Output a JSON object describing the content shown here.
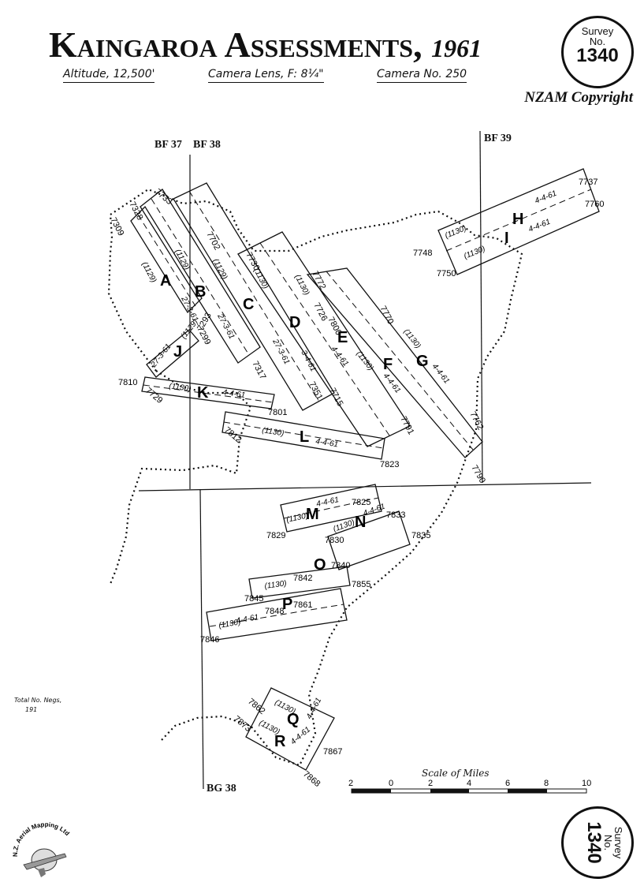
{
  "title": {
    "main": "Kaingaroa Assessments",
    "sep": ",",
    "year": "1961"
  },
  "subtitle": {
    "altitude": "Altitude, 12,500'",
    "lens": "Camera Lens, F: 8¼\"",
    "camera": "Camera No. 250"
  },
  "copyright": "NZAM Copyright",
  "stamp_top": {
    "line1": "Survey",
    "line2": "No.",
    "number": "1340"
  },
  "stamp_bottom": {
    "line1": "Survey",
    "line2": "No.",
    "number": "1340"
  },
  "grid_labels": {
    "bf37": "BF 37",
    "bf38": "BF 38",
    "bf39": "BF 39",
    "bg38": "BG 38"
  },
  "neg_note": {
    "line1": "Total No. Negs,",
    "line2": "191"
  },
  "scale": {
    "title": "Scale of Miles",
    "ticks": [
      "2",
      "0",
      "2",
      "4",
      "6",
      "8",
      "10"
    ]
  },
  "logo_text": "N.Z. Aerial Mapping Ltd",
  "runs": [
    {
      "letter": "A",
      "film": "(1129)",
      "date": "27-3-61",
      "start_no": "7309",
      "end_no": "7299"
    },
    {
      "letter": "B",
      "film": "(1129)",
      "date": "27-3-61",
      "start_no": "7328",
      "end_no": "7317"
    },
    {
      "letter": "C",
      "film": "(1129)",
      "date": "27-3-61",
      "start_no": "7702",
      "end_no": "7351"
    },
    {
      "letter": "D",
      "film": "(1130)",
      "date": "3-4-61",
      "start_no": "7730",
      "end_no": "7715"
    },
    {
      "letter": "E",
      "film": "(1130)",
      "date": "4-4-61",
      "start_no": "7726",
      "end_no": "7800"
    },
    {
      "letter": "F",
      "film": "(1130)",
      "date": "4-4-61",
      "start_no": "7772",
      "end_no": "7791"
    },
    {
      "letter": "G",
      "film": "(1130)",
      "date": "4-4-61",
      "start_no": "7770",
      "end_no": "7762"
    },
    {
      "letter": "H",
      "film": "(1130)",
      "date": "4-4-61",
      "start_no": "7748",
      "end_no": "7737"
    },
    {
      "letter": "I",
      "film": "(1130)",
      "date": "4-4-61",
      "start_no": "7750",
      "end_no": "7760"
    },
    {
      "letter": "J",
      "film": "(1129)",
      "date": "27-3-61",
      "start_no": "7810",
      "end_no": "7293"
    },
    {
      "letter": "K",
      "film": "(1130)",
      "date": "4-4-61",
      "start_no": "7729",
      "end_no": "7801"
    },
    {
      "letter": "L",
      "film": "(1130)",
      "date": "4-4-61",
      "start_no": "7812",
      "end_no": "7823"
    },
    {
      "letter": "M",
      "film": "(1130)",
      "date": "4-4-61",
      "start_no": "7829",
      "end_no": "7825"
    },
    {
      "letter": "N",
      "film": "(1130)",
      "date": "4-4-61",
      "start_no": "7830",
      "end_no": "7833"
    },
    {
      "letter": "O",
      "film": "(1130)",
      "date": "",
      "start_no": "7845",
      "end_no": "7840"
    },
    {
      "letter": "P",
      "film": "(1130)",
      "date": "4-4-61",
      "start_no": "7846",
      "end_no": "7855"
    },
    {
      "letter": "Q",
      "film": "(1130)",
      "date": "4-4-61",
      "start_no": "7862",
      "end_no": "7867"
    },
    {
      "letter": "R",
      "film": "(1130)",
      "date": "4-4-61",
      "start_no": "7873",
      "end_no": "7868"
    }
  ],
  "extra_numbers": [
    "7835",
    "7842",
    "7848",
    "7861",
    "7790",
    "7733"
  ]
}
